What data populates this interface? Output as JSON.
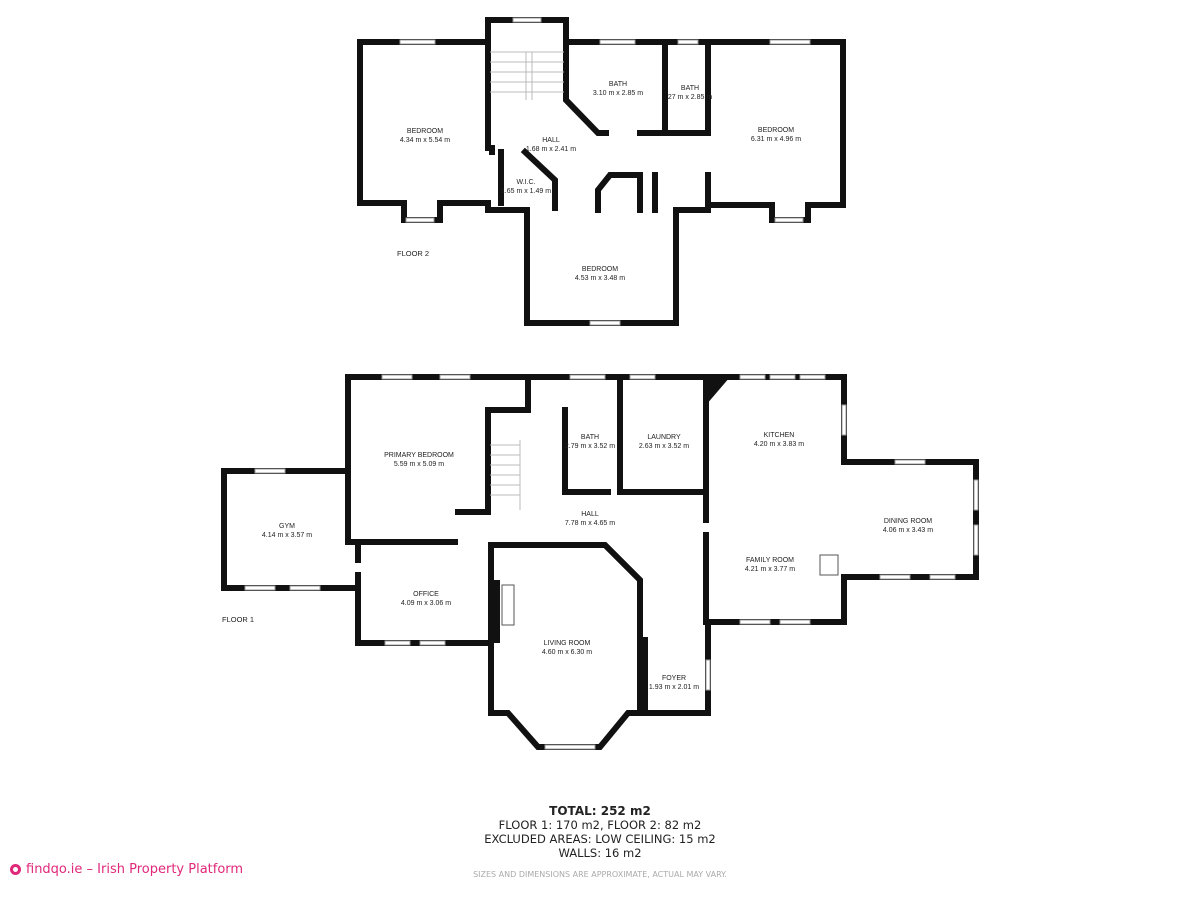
{
  "floor2": {
    "label": "FLOOR 2",
    "rooms": [
      {
        "name": "BEDROOM",
        "dims": "4.34 m x 5.54 m"
      },
      {
        "name": "BATH",
        "dims": "3.10 m x 2.85 m"
      },
      {
        "name": "BATH",
        "dims": "27 m x 2.85 m"
      },
      {
        "name": "BEDROOM",
        "dims": "6.31 m x 4.96 m"
      },
      {
        "name": "HALL",
        "dims": "1.68 m x 2.41 m"
      },
      {
        "name": "W.I.C.",
        "dims": "1.65 m x 1.49 m"
      },
      {
        "name": "BEDROOM",
        "dims": "4.53 m x 3.48 m"
      }
    ]
  },
  "floor1": {
    "label": "FLOOR 1",
    "rooms": [
      {
        "name": "PRIMARY BEDROOM",
        "dims": "5.59 m x 5.09 m"
      },
      {
        "name": "BATH",
        "dims": "2.79 m x 3.52 m"
      },
      {
        "name": "LAUNDRY",
        "dims": "2.63 m x 3.52 m"
      },
      {
        "name": "KITCHEN",
        "dims": "4.20 m x 3.83 m"
      },
      {
        "name": "GYM",
        "dims": "4.14 m x 3.57 m"
      },
      {
        "name": "HALL",
        "dims": "7.78 m x 4.65 m"
      },
      {
        "name": "DINING ROOM",
        "dims": "4.06 m x 3.43 m"
      },
      {
        "name": "FAMILY ROOM",
        "dims": "4.21 m x 3.77 m"
      },
      {
        "name": "OFFICE",
        "dims": "4.09 m x 3.06 m"
      },
      {
        "name": "LIVING ROOM",
        "dims": "4.60 m x 6.30 m"
      },
      {
        "name": "FOYER",
        "dims": "1.93 m x 2.01 m"
      }
    ]
  },
  "summary": {
    "total": "TOTAL: 252 m2",
    "floors": "FLOOR 1: 170 m2, FLOOR 2: 82 m2",
    "excluded": "EXCLUDED AREAS: LOW CEILING: 15 m2",
    "walls": "WALLS: 16 m2",
    "disclaimer": "SIZES AND DIMENSIONS ARE APPROXIMATE, ACTUAL MAY VARY."
  },
  "brand": {
    "text": "findqo.ie – Irish Property Platform",
    "icon": "location-globe-icon",
    "color": "#e0287a"
  }
}
